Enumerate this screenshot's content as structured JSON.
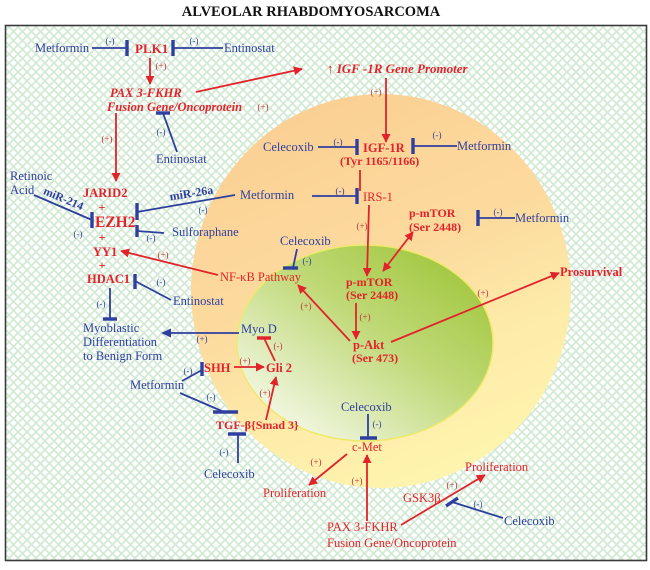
{
  "title": "ALVEOLAR RHABDOMYOSARCOMA",
  "colors": {
    "activation": "#e3232b",
    "inhibition": "#2f3f9f",
    "outer_zone_top": "#fbcf93",
    "outer_zone_bottom": "#fef6ae",
    "inner_zone_green": "#9dc436",
    "inner_zone_light": "#f9fbf1",
    "background_lattice": "#d2ead3"
  },
  "signs": {
    "activation": "(+)",
    "inhibition": "(-)"
  },
  "drugs": {
    "metformin": "Metformin",
    "entinostat": "Entinostat",
    "celecoxib": "Celecoxib",
    "sulforaphane": "Sulforaphane",
    "retinoic_acid_line1": "Retinoic",
    "retinoic_acid_line2": "Acid"
  },
  "mirnas": {
    "mir_214": "miR-214",
    "mir_26a": "miR-26a"
  },
  "nodes": {
    "plk1": "PLK1",
    "pax3_fkhr_top": {
      "line1": "PAX 3-FKHR",
      "line2": "Fusion Gene/Oncoprotein"
    },
    "igf1r_gene_promoter": "↑ IGF -1R Gene Promoter",
    "igf1r": {
      "line1": "IGF-1R",
      "line2": "(Tyr 1165/1166)"
    },
    "irs1": "IRS-1",
    "p_mtor_outer": {
      "line1": "p-mTOR",
      "line2": "(Ser 2448)"
    },
    "p_mtor_inner": {
      "line1": "p-mTOR",
      "line2": "(Ser 2448)"
    },
    "p_akt": {
      "line1": "p-Akt",
      "line2": "(Ser 473)"
    },
    "prosurvival": "Prosurvival",
    "nfkb": "NF-κB Pathway",
    "jarid2": "JARID2",
    "ezh2": "EZH2",
    "yy1": "YY1",
    "hdac1": "HDAC1",
    "complex_plus": "+",
    "myoblastic_differentiation": {
      "line1": "Myoblastic",
      "line2": "Differentiation",
      "line3": "to Benign Form"
    },
    "myod": "Myo D",
    "shh": "SHH",
    "gli2": "Gli 2",
    "tgf_beta": "TGF-β{Smad 3}",
    "c_met": "c-Met",
    "proliferation_left": "Proliferation",
    "proliferation_right": "Proliferation",
    "gsk3b": "GSK3β",
    "pax3_fkhr_bottom": {
      "line1": "PAX 3-FKHR",
      "line2": "Fusion Gene/Oncoprotein"
    }
  },
  "interactions": [
    {
      "from": "Metformin",
      "to": "PLK1",
      "type": "inhibition"
    },
    {
      "from": "Entinostat",
      "to": "PLK1",
      "type": "inhibition"
    },
    {
      "from": "PLK1",
      "to": "PAX 3-FKHR",
      "type": "activation"
    },
    {
      "from": "Entinostat",
      "to": "PAX 3-FKHR",
      "type": "inhibition"
    },
    {
      "from": "PAX 3-FKHR",
      "to": "IGF -1R Gene Promoter",
      "type": "activation"
    },
    {
      "from": "IGF -1R Gene Promoter",
      "to": "IGF-1R",
      "type": "activation"
    },
    {
      "from": "Celecoxib",
      "to": "IGF-1R",
      "type": "inhibition"
    },
    {
      "from": "Metformin",
      "to": "IGF-1R",
      "type": "inhibition"
    },
    {
      "from": "IGF-1R",
      "to": "IRS-1",
      "type": "link"
    },
    {
      "from": "Metformin",
      "to": "IRS-1",
      "type": "inhibition"
    },
    {
      "from": "IRS-1",
      "to": "p-mTOR (Ser 2448)",
      "type": "activation"
    },
    {
      "from": "p-mTOR (Ser 2448)",
      "to": "p-mTOR (Ser 2448)",
      "type": "bidirectional"
    },
    {
      "from": "Metformin",
      "to": "p-mTOR (Ser 2448)",
      "type": "inhibition"
    },
    {
      "from": "p-mTOR (Ser 2448)",
      "to": "p-Akt (Ser 473)",
      "type": "activation"
    },
    {
      "from": "p-Akt (Ser 473)",
      "to": "Prosurvival",
      "type": "activation"
    },
    {
      "from": "p-Akt (Ser 473)",
      "to": "NF-κB Pathway",
      "type": "activation"
    },
    {
      "from": "Celecoxib",
      "to": "NF-κB Pathway",
      "type": "inhibition"
    },
    {
      "from": "NF-κB Pathway",
      "to": "YY1",
      "type": "activation"
    },
    {
      "from": "PAX 3-FKHR",
      "to": "JARID2 + EZH2 + YY1 + HDAC1",
      "type": "activation"
    },
    {
      "from": "Retinoic Acid",
      "to": "EZH2",
      "type": "inhibition",
      "via": "miR-214"
    },
    {
      "from": "Metformin",
      "to": "EZH2",
      "type": "inhibition",
      "via": "miR-26a"
    },
    {
      "from": "Sulforaphane",
      "to": "EZH2",
      "type": "inhibition"
    },
    {
      "from": "Entinostat",
      "to": "HDAC1",
      "type": "inhibition"
    },
    {
      "from": "HDAC1",
      "to": "Myoblastic Differentiation to Benign Form",
      "type": "inhibition"
    },
    {
      "from": "Myo D",
      "to": "Myoblastic Differentiation to Benign Form",
      "type": "activation"
    },
    {
      "from": "Gli 2",
      "to": "Myo D",
      "type": "inhibition"
    },
    {
      "from": "SHH",
      "to": "Gli 2",
      "type": "activation"
    },
    {
      "from": "TGF-β{Smad 3}",
      "to": "Gli 2",
      "type": "activation"
    },
    {
      "from": "Metformin",
      "to": "SHH",
      "type": "inhibition"
    },
    {
      "from": "Metformin",
      "to": "TGF-β{Smad 3}",
      "type": "inhibition"
    },
    {
      "from": "Celecoxib",
      "to": "TGF-β{Smad 3}",
      "type": "inhibition"
    },
    {
      "from": "Celecoxib",
      "to": "c-Met",
      "type": "inhibition"
    },
    {
      "from": "c-Met",
      "to": "Proliferation",
      "type": "activation"
    },
    {
      "from": "PAX 3-FKHR",
      "to": "c-Met",
      "type": "activation"
    },
    {
      "from": "PAX 3-FKHR",
      "to": "Proliferation",
      "type": "activation",
      "via": "GSK3β"
    },
    {
      "from": "Celecoxib",
      "to": "GSK3β",
      "type": "inhibition"
    }
  ]
}
